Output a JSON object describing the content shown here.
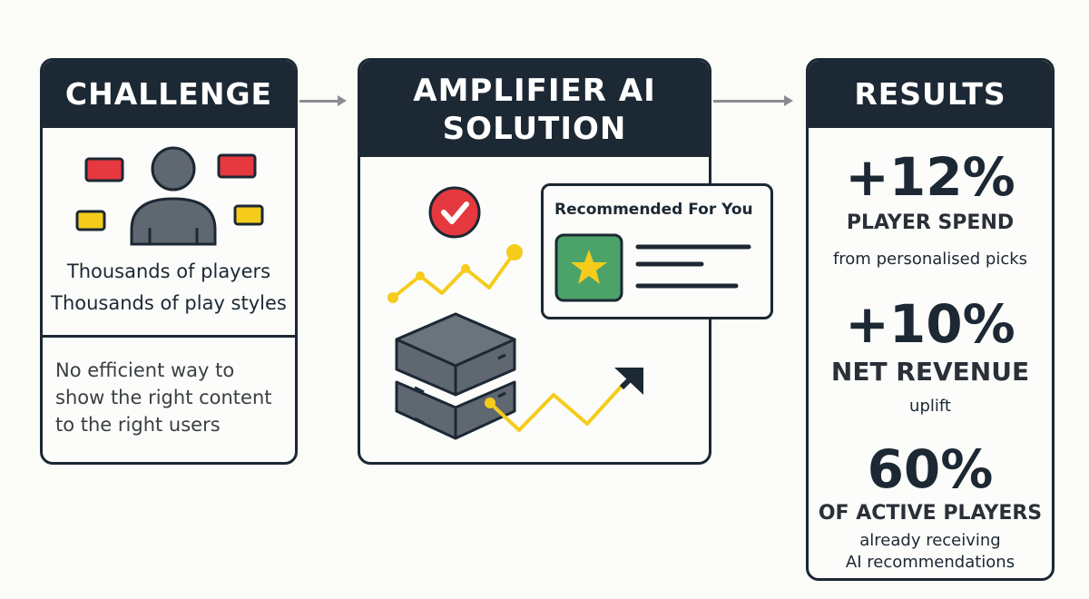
{
  "challenge": {
    "title": "CHALLENGE",
    "line1": "Thousands of players",
    "line2": "Thousands of play styles",
    "problem_lines": [
      "No efficient way to",
      "show the right content",
      "to the right users"
    ],
    "icons": [
      "player-avatar-icon",
      "content-tile-icon"
    ]
  },
  "solution": {
    "title_line1": "AMPLIFIER AI",
    "title_line2": "SOLUTION",
    "card_title": "Recommended For You",
    "icons": [
      "check-circle-icon",
      "trend-line-icon",
      "server-stack-icon",
      "growth-arrow-icon",
      "star-icon"
    ]
  },
  "results": {
    "title": "RESULTS",
    "items": [
      {
        "value": "+12%",
        "label": "PLAYER SPEND",
        "sub": [
          "from personalised picks"
        ]
      },
      {
        "value": "+10%",
        "label": "NET REVENUE",
        "sub": [
          "uplift"
        ]
      },
      {
        "value": "60%",
        "label": "OF ACTIVE PLAYERS",
        "sub": [
          "already receiving",
          "AI recommendations"
        ]
      }
    ]
  },
  "colors": {
    "navy": "#1c2833",
    "red": "#e5383f",
    "yellow": "#f5cc1c",
    "green": "#4ca36a",
    "gray": "#5f6770",
    "arrow": "#8a8d90"
  }
}
